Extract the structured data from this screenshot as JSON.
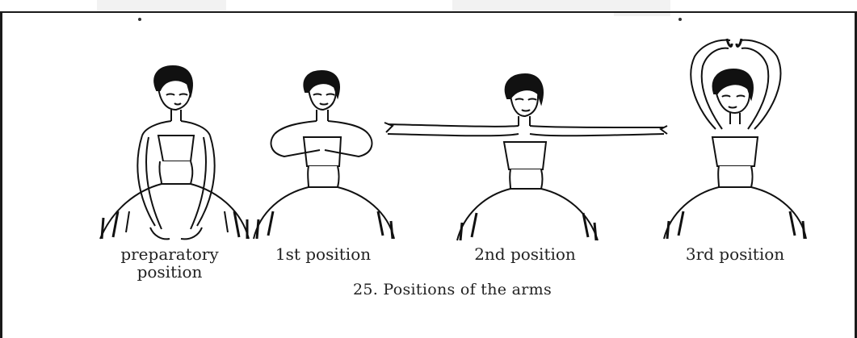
{
  "figures": [
    {
      "id": "preparatory",
      "label_lines": [
        "preparatory",
        "position"
      ]
    },
    {
      "id": "first",
      "label_lines": [
        "1st position"
      ]
    },
    {
      "id": "second",
      "label_lines": [
        "2nd position"
      ]
    },
    {
      "id": "third",
      "label_lines": [
        "3rd position"
      ]
    }
  ],
  "caption": "25. Positions of the arms"
}
